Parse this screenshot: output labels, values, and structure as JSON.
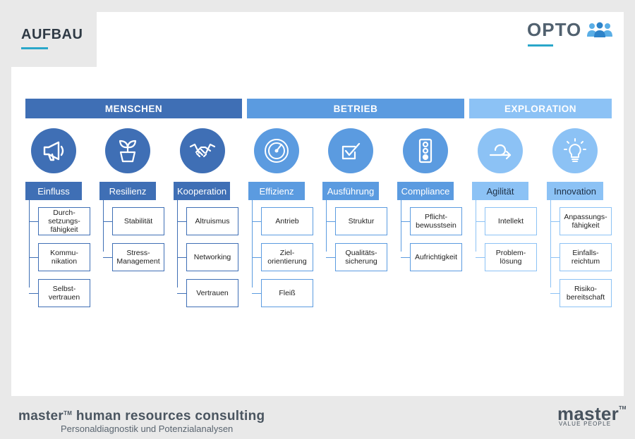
{
  "header": {
    "title": "AUFBAU",
    "logo": "OPTO",
    "logo_icon": "people-group-icon"
  },
  "colors": {
    "menschen": "#3f6fb5",
    "betrieb": "#5b9be0",
    "exploration": "#8cc2f5",
    "accent": "#2aa7c9"
  },
  "sections": [
    {
      "name": "MENSCHEN"
    },
    {
      "name": "BETRIEB"
    },
    {
      "name": "EXPLORATION"
    }
  ],
  "categories": [
    {
      "label": "Einfluss",
      "icon": "megaphone-icon",
      "items": [
        "Durch-\nsetzungs-\nfähigkeit",
        "Kommu-\nnikation",
        "Selbst-\nvertrauen"
      ]
    },
    {
      "label": "Resilienz",
      "icon": "plant-icon",
      "items": [
        "Stabilität",
        "Stress-\nManagement"
      ]
    },
    {
      "label": "Kooperation",
      "icon": "handshake-icon",
      "items": [
        "Altruismus",
        "Networking",
        "Vertrauen"
      ]
    },
    {
      "label": "Effizienz",
      "icon": "speedometer-icon",
      "items": [
        "Antrieb",
        "Ziel-\norientierung",
        "Fleiß"
      ]
    },
    {
      "label": "Ausführung",
      "icon": "checkbox-icon",
      "items": [
        "Struktur",
        "Qualitäts-\nsicherung"
      ]
    },
    {
      "label": "Compliance",
      "icon": "traffic-light-icon",
      "items": [
        "Pflicht-\nbewusstsein",
        "Aufrichtigkeit"
      ]
    },
    {
      "label": "Agilität",
      "icon": "loop-arrow-icon",
      "items": [
        "Intellekt",
        "Problem-\nlösung"
      ]
    },
    {
      "label": "Innovation",
      "icon": "lightbulb-icon",
      "items": [
        "Anpassungs-\nfähigkeit",
        "Einfalls-\nreichtum",
        "Risiko-\nbereitschaft"
      ]
    }
  ],
  "footer": {
    "company": "master",
    "tm": "TM",
    "company_rest": " human resources consulting",
    "subtitle": "Personaldiagnostik und Potenzialanalysen",
    "brand": "master",
    "brand_tagline": "VALUE PEOPLE"
  }
}
